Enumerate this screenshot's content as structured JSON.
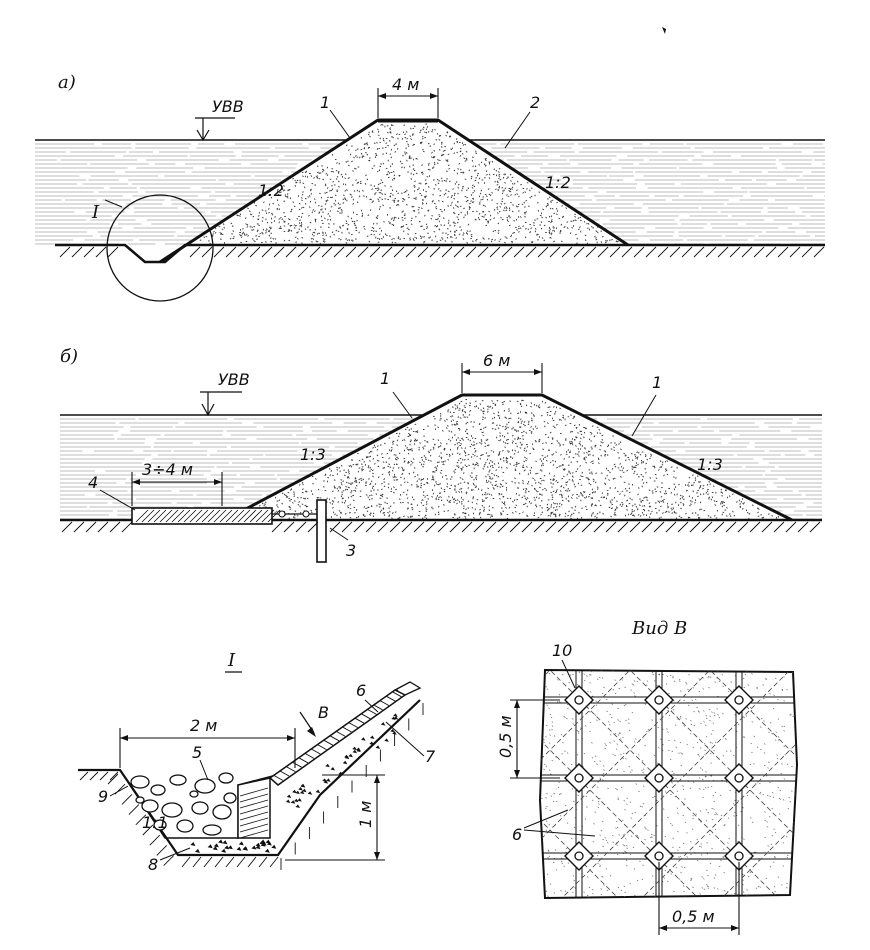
{
  "figure_a": {
    "panel_label": "а)",
    "water_level_label": "УВВ",
    "crest_width": "4 м",
    "slope_left": "1:2",
    "slope_right": "1:2",
    "callout_1": "1",
    "callout_2": "2",
    "detail_mark": "I"
  },
  "figure_b": {
    "panel_label": "б)",
    "water_level_label": "УВВ",
    "crest_width": "6 м",
    "slope_left": "1:3",
    "slope_right": "1:3",
    "callout_1_left": "1",
    "callout_1_right": "1",
    "callout_3": "3",
    "callout_4": "4",
    "apron_length": "3÷4 м"
  },
  "detail_I": {
    "title": "I",
    "width_dim": "2 м",
    "depth_dim": "1 м",
    "slope": "1:1",
    "view_mark": "В",
    "callouts": [
      "5",
      "6",
      "7",
      "8",
      "9"
    ]
  },
  "view_B": {
    "title": "Вид В",
    "spacing_vertical": "0,5 м",
    "spacing_horizontal": "0,5 м",
    "callout_10": "10",
    "callout_6": "6"
  }
}
